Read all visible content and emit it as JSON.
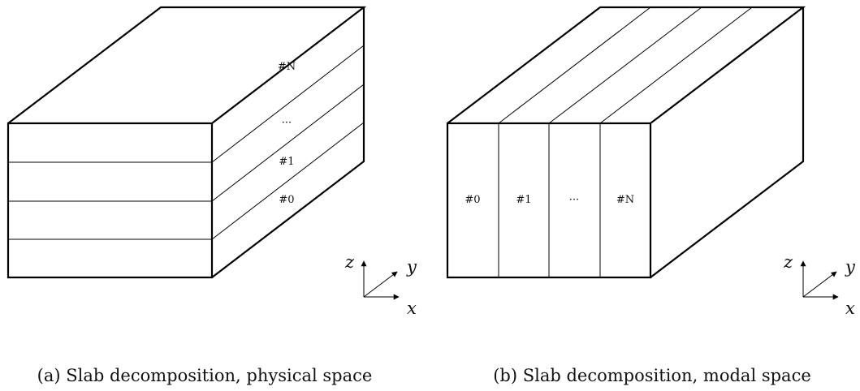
{
  "figure_a": {
    "slab_labels": [
      "#N",
      "···",
      "#1",
      "#0"
    ],
    "axes": {
      "z": "z",
      "y": "y",
      "x": "x"
    },
    "caption": "(a) Slab decomposition, physical space"
  },
  "figure_b": {
    "slab_labels": [
      "#0",
      "#1",
      "···",
      "#N"
    ],
    "axes": {
      "z": "z",
      "y": "y",
      "x": "x"
    },
    "caption": "(b) Slab decomposition, modal space"
  }
}
